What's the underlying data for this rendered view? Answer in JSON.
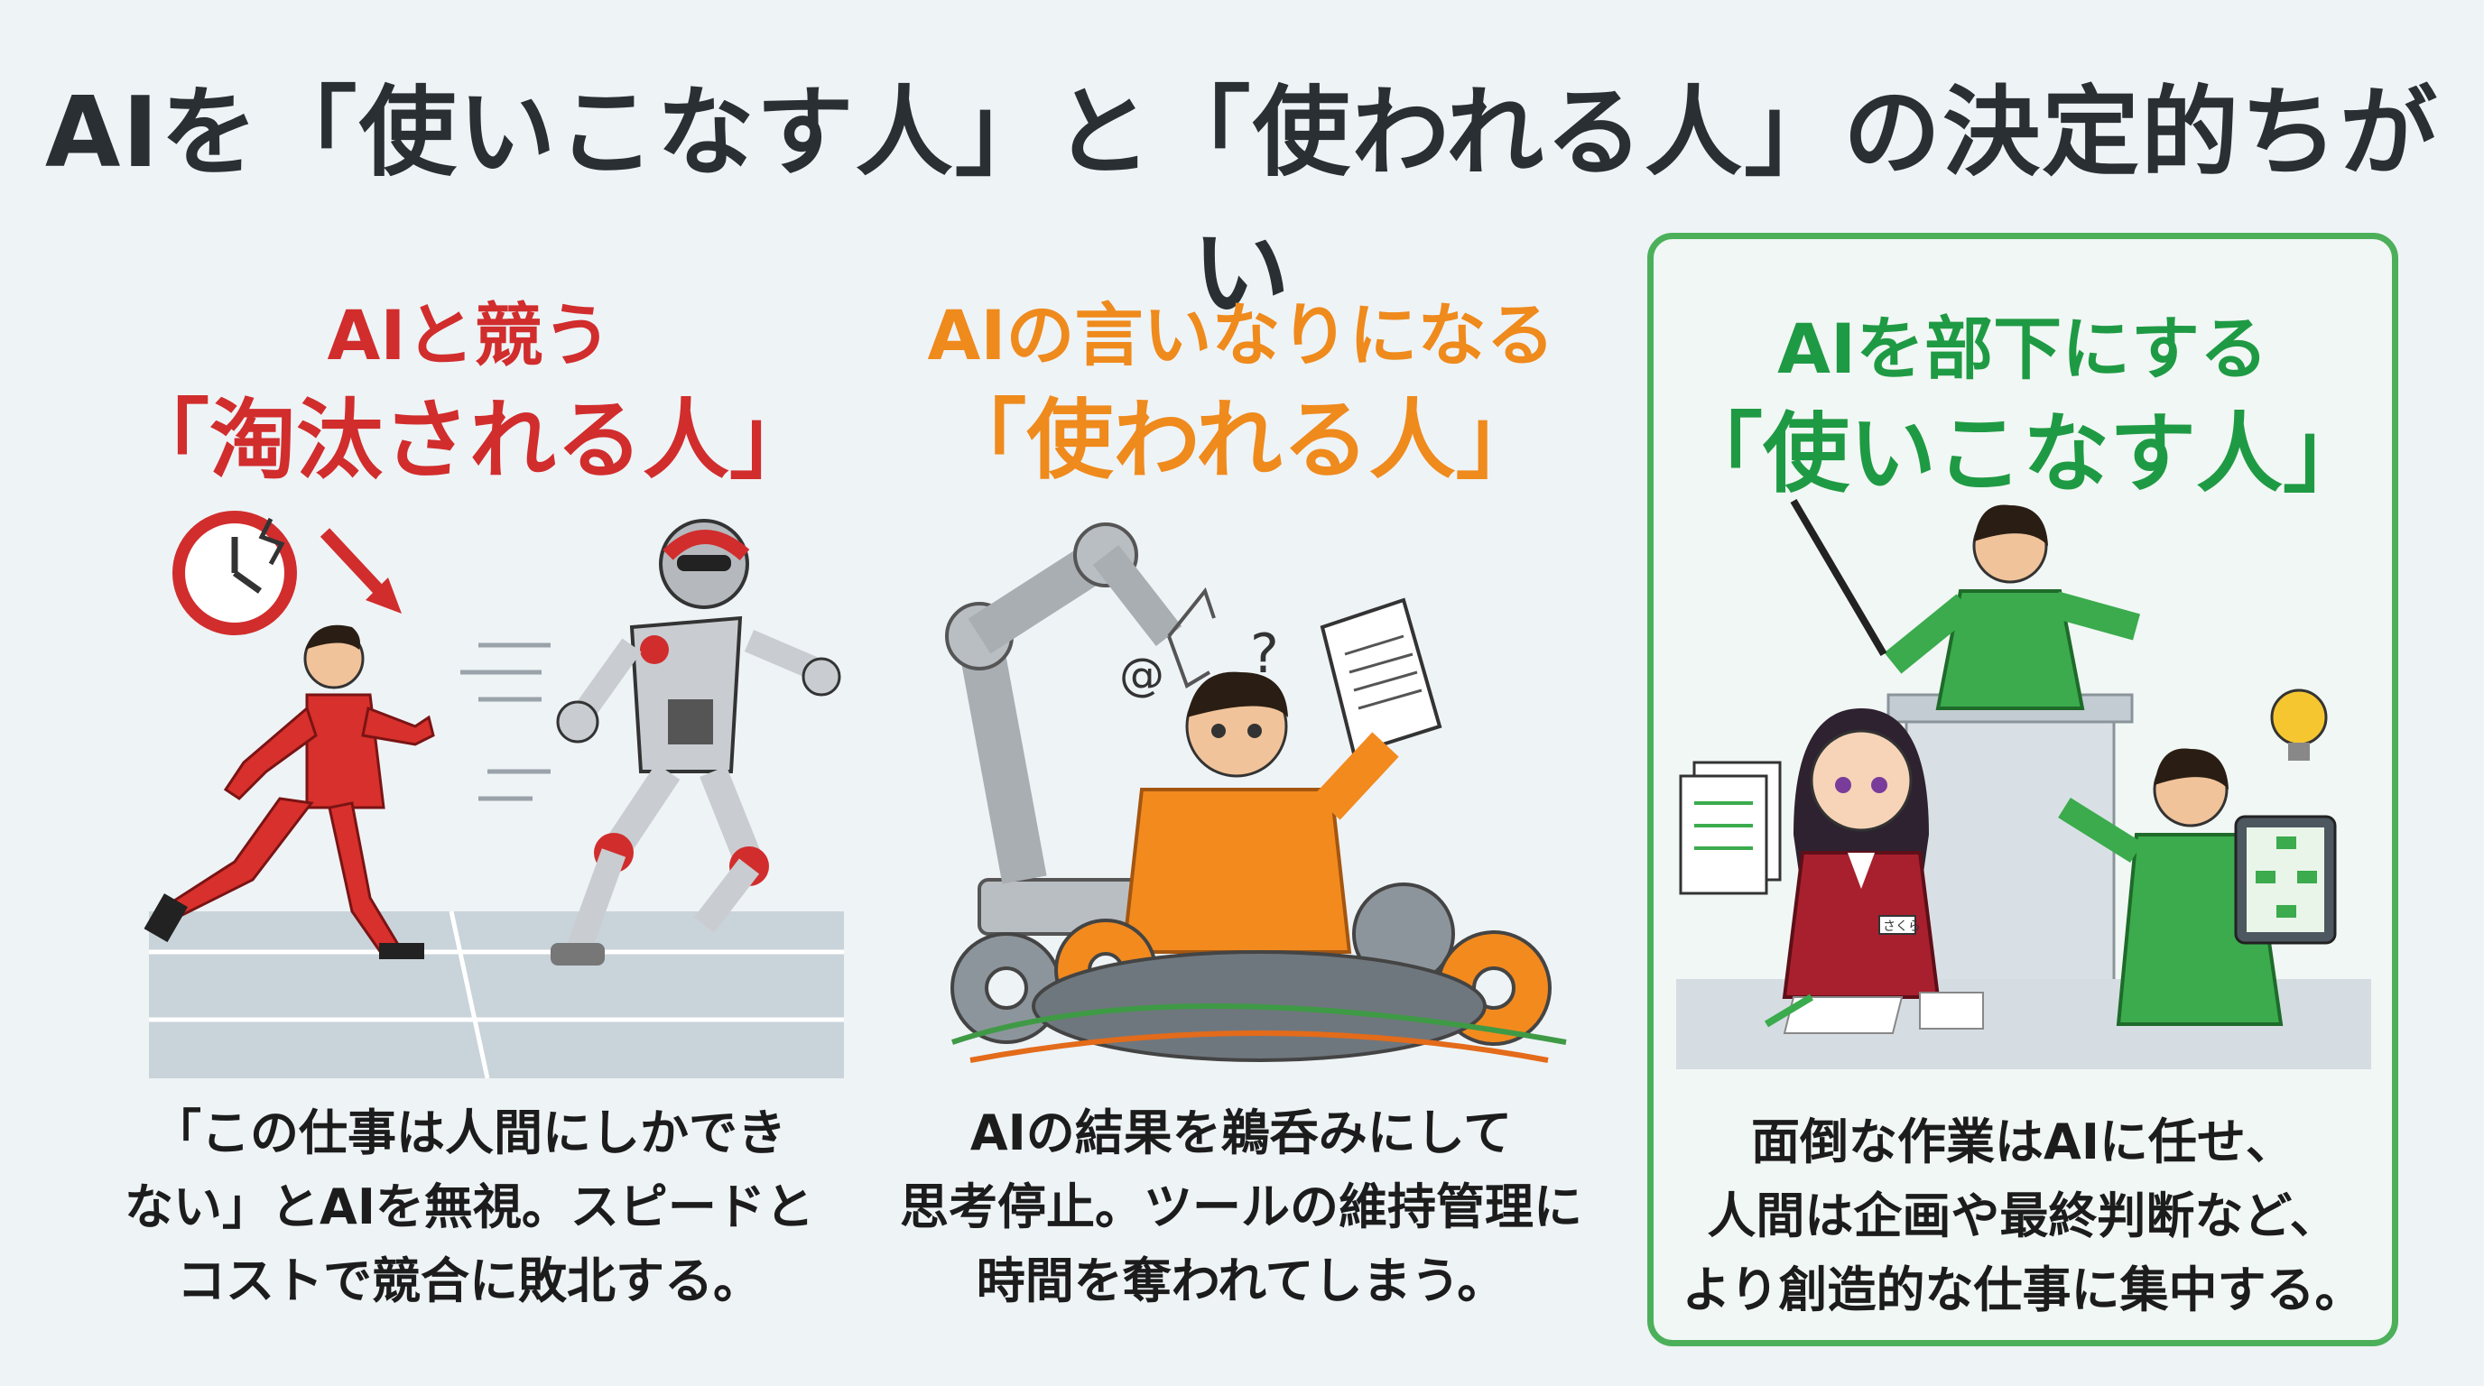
{
  "title": "AIを「使いこなす人」と「使われる人」の決定的ちがい",
  "columns": [
    {
      "heading_line1": "AIと競う",
      "heading_line2": "「淘汰される人」",
      "desc": [
        "「この仕事は人間にしかでき",
        "ない」とAIを無視。スピードと",
        "コストで競合に敗北する。"
      ],
      "color": "#d12d2d"
    },
    {
      "heading_line1": "AIの言いなりになる",
      "heading_line2": "「使われる人」",
      "desc": [
        "AIの結果を鵜呑みにして",
        "思考停止。ツールの維持管理に",
        "時間を奪われてしまう。"
      ],
      "color": "#ef8a1c"
    },
    {
      "heading_line1": "AIを部下にする",
      "heading_line2": "「使いこなす人」",
      "desc": [
        "面倒な作業はAIに任せ、",
        "人間は企画や最終判断など、",
        "より創造的な仕事に集中する。"
      ],
      "color": "#1f9a44"
    }
  ],
  "name_tag": "さくら"
}
